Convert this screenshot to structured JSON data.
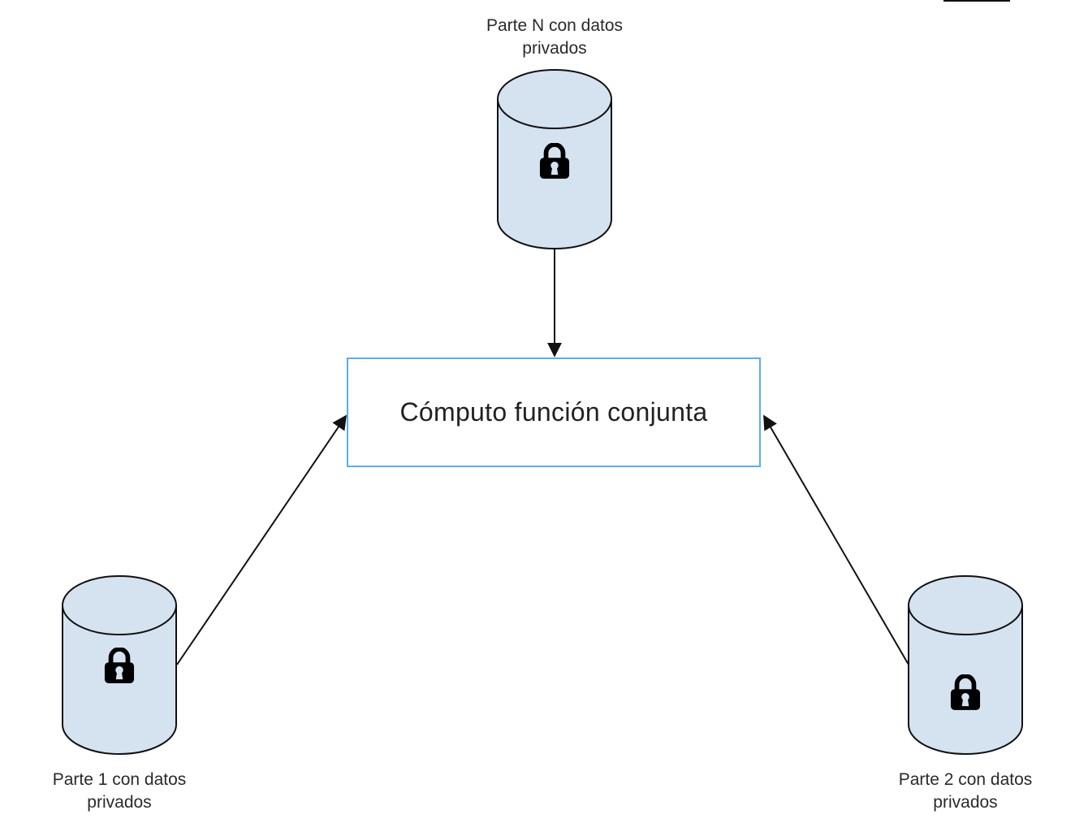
{
  "diagram": {
    "center": {
      "label": "Cómputo función conjunta"
    },
    "parties": [
      {
        "id": "party-n",
        "label": "Parte N con datos\nprivados",
        "icon": "lock-icon"
      },
      {
        "id": "party-1",
        "label": "Parte 1 con datos\nprivados",
        "icon": "lock-icon"
      },
      {
        "id": "party-2",
        "label": "Parte 2 con datos\nprivados",
        "icon": "lock-icon"
      }
    ],
    "colors": {
      "cylinder_fill": "#d5e3f1",
      "cylinder_stroke": "#111111",
      "box_border": "#5aaee8",
      "arrow": "#111111",
      "lock": "#000000"
    }
  }
}
